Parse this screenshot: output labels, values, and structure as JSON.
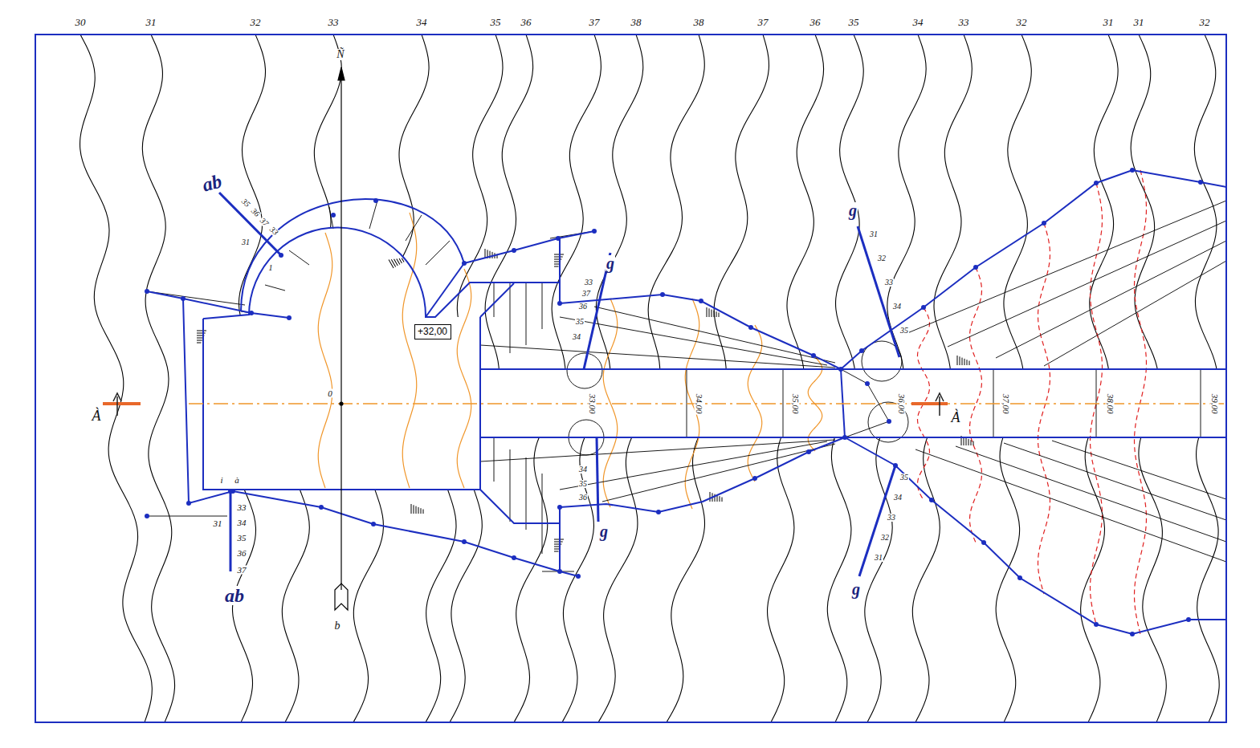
{
  "diagram": {
    "nodes": [
      {
        "text": [
          "+32,00"
        ]
      }
    ],
    "labels": [
      "30",
      "31",
      "32",
      "33",
      "34",
      "35",
      "36",
      "37",
      "38",
      "38",
      "37",
      "36",
      "35",
      "34",
      "33",
      "32",
      "31",
      "31",
      "32",
      "À",
      "À",
      "ab",
      "35",
      "36",
      "37",
      "33",
      "31",
      "1",
      "i",
      "à",
      "33",
      "31",
      "34",
      "35",
      "36",
      "37",
      "ab",
      "Ñ",
      "b",
      "0",
      "g",
      "g",
      "g",
      "g",
      "33",
      "37",
      "36",
      "35",
      "34",
      "34",
      "35",
      "36",
      "31",
      "32",
      "33",
      "34",
      "35",
      "35",
      "34",
      "33",
      "32",
      "31",
      "33,00",
      "34,00",
      "35,00",
      "36,00",
      "37,00",
      "38,00",
      "39,00"
    ]
  }
}
